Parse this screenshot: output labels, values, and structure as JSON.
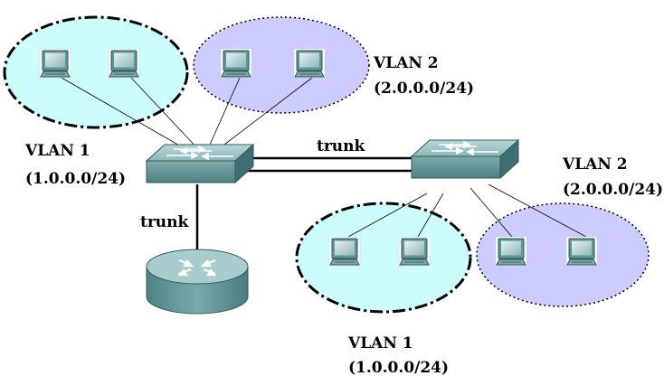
{
  "labels": {
    "top_left_vlan": "VLAN 1",
    "top_left_subnet": "(1.0.0.0/24)",
    "top_right_vlan": "VLAN 2",
    "top_right_subnet": "(2.0.0.0/24)",
    "right_vlan": "VLAN 2",
    "right_subnet": "(2.0.0.0/24)",
    "bottom_vlan": "VLAN 1",
    "bottom_subnet": "(1.0.0.0/24)",
    "trunk_between_switches": "trunk",
    "trunk_to_router": "trunk"
  },
  "colors": {
    "vlan1_fill": "#ccfdfc",
    "vlan2_fill": "#ccccff",
    "device_body": "#6a9ea0",
    "device_light": "#c8e2e3",
    "device_dark": "#3e6e71"
  },
  "icons": {
    "host": "workstation-icon",
    "switch": "switch-icon",
    "router": "router-icon"
  }
}
